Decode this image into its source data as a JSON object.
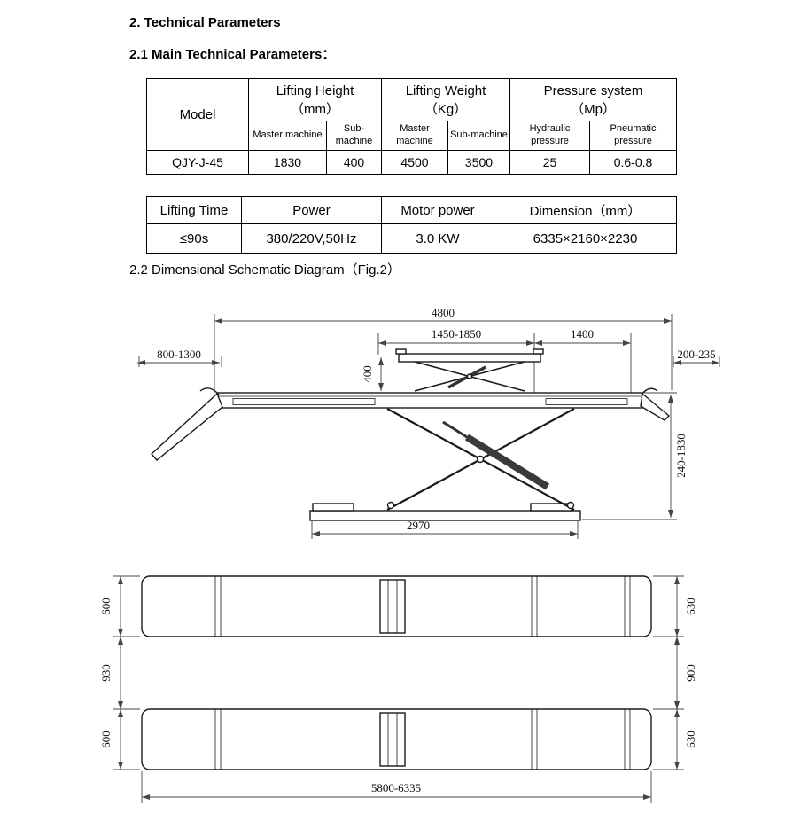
{
  "page": {
    "heading1": "2. Technical Parameters",
    "heading2": "2.1 Main Technical Parameters：",
    "heading3": "2.2 Dimensional Schematic Diagram（Fig.2）"
  },
  "table1": {
    "model_header": "Model",
    "groups": [
      {
        "label": "Lifting Height",
        "unit": "（mm）"
      },
      {
        "label": "Lifting Weight",
        "unit": "（Kg）"
      },
      {
        "label": "Pressure system",
        "unit": "（Mp）"
      }
    ],
    "subheaders": [
      "Master machine",
      "Sub-machine",
      "Master machine",
      "Sub-machine",
      "Hydraulic pressure",
      "Pneumatic pressure"
    ],
    "row": {
      "model": "QJY-J-45",
      "values": [
        "1830",
        "400",
        "4500",
        "3500",
        "25",
        "0.6-0.8"
      ]
    }
  },
  "table2": {
    "headers": [
      "Lifting Time",
      "Power",
      "Motor power",
      "Dimension（mm）"
    ],
    "row": [
      "≤90s",
      "380/220V,50Hz",
      "3.0 KW",
      "6335×2160×2230"
    ]
  },
  "side_view": {
    "dims": {
      "overall_length": "4800",
      "platform_range": "1450-1850",
      "right_offset": "1400",
      "ramp_length": "800-1300",
      "sub_lift_height": "400",
      "right_edge": "200-235",
      "lift_height_range": "240-1830",
      "base_length": "2970"
    }
  },
  "top_view": {
    "dims": {
      "left_top": "600",
      "left_middle": "930",
      "left_bottom": "600",
      "right_top": "630",
      "right_middle": "900",
      "right_bottom": "630",
      "overall_length": "5800-6335"
    }
  }
}
